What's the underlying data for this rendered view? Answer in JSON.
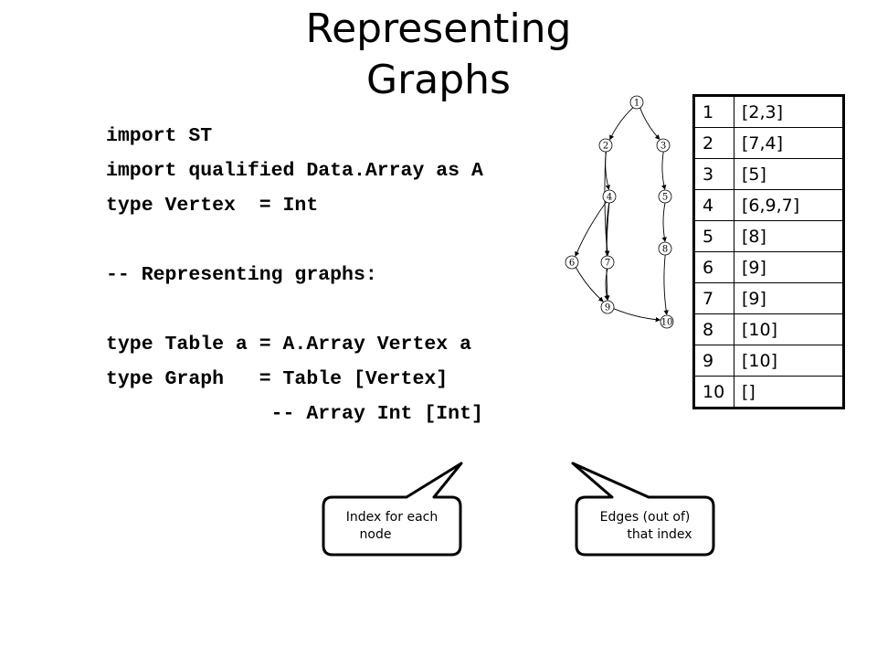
{
  "title": {
    "line1": "Representing",
    "line2": "Graphs"
  },
  "code_lines": [
    "import ST",
    "import qualified Data.Array as A",
    "type Vertex  = Int",
    "",
    "-- Representing graphs:",
    "",
    "type Table a = A.Array Vertex a",
    "type Graph   = Table [Vertex]",
    "              -- Array Int [Int]"
  ],
  "graph": {
    "nodes": [
      "1",
      "2",
      "3",
      "4",
      "5",
      "6",
      "7",
      "8",
      "9",
      "10"
    ],
    "edges": [
      [
        "1",
        "2"
      ],
      [
        "1",
        "3"
      ],
      [
        "2",
        "7"
      ],
      [
        "2",
        "4"
      ],
      [
        "3",
        "5"
      ],
      [
        "4",
        "6"
      ],
      [
        "4",
        "9"
      ],
      [
        "4",
        "7"
      ],
      [
        "5",
        "8"
      ],
      [
        "6",
        "9"
      ],
      [
        "7",
        "9"
      ],
      [
        "8",
        "10"
      ],
      [
        "9",
        "10"
      ]
    ]
  },
  "table": {
    "rows": [
      {
        "key": "1",
        "value": "[2,3]"
      },
      {
        "key": "2",
        "value": "[7,4]"
      },
      {
        "key": "3",
        "value": "[5]"
      },
      {
        "key": "4",
        "value": "[6,9,7]"
      },
      {
        "key": "5",
        "value": "[8]"
      },
      {
        "key": "6",
        "value": "[9]"
      },
      {
        "key": "7",
        "value": "[9]"
      },
      {
        "key": "8",
        "value": "[10]"
      },
      {
        "key": "9",
        "value": "[10]"
      },
      {
        "key": "10",
        "value": "[]"
      }
    ]
  },
  "callouts": {
    "index": {
      "line1": "Index for each",
      "line2": "node"
    },
    "edges": {
      "line1": "Edges (out of)",
      "line2": "that index"
    }
  }
}
